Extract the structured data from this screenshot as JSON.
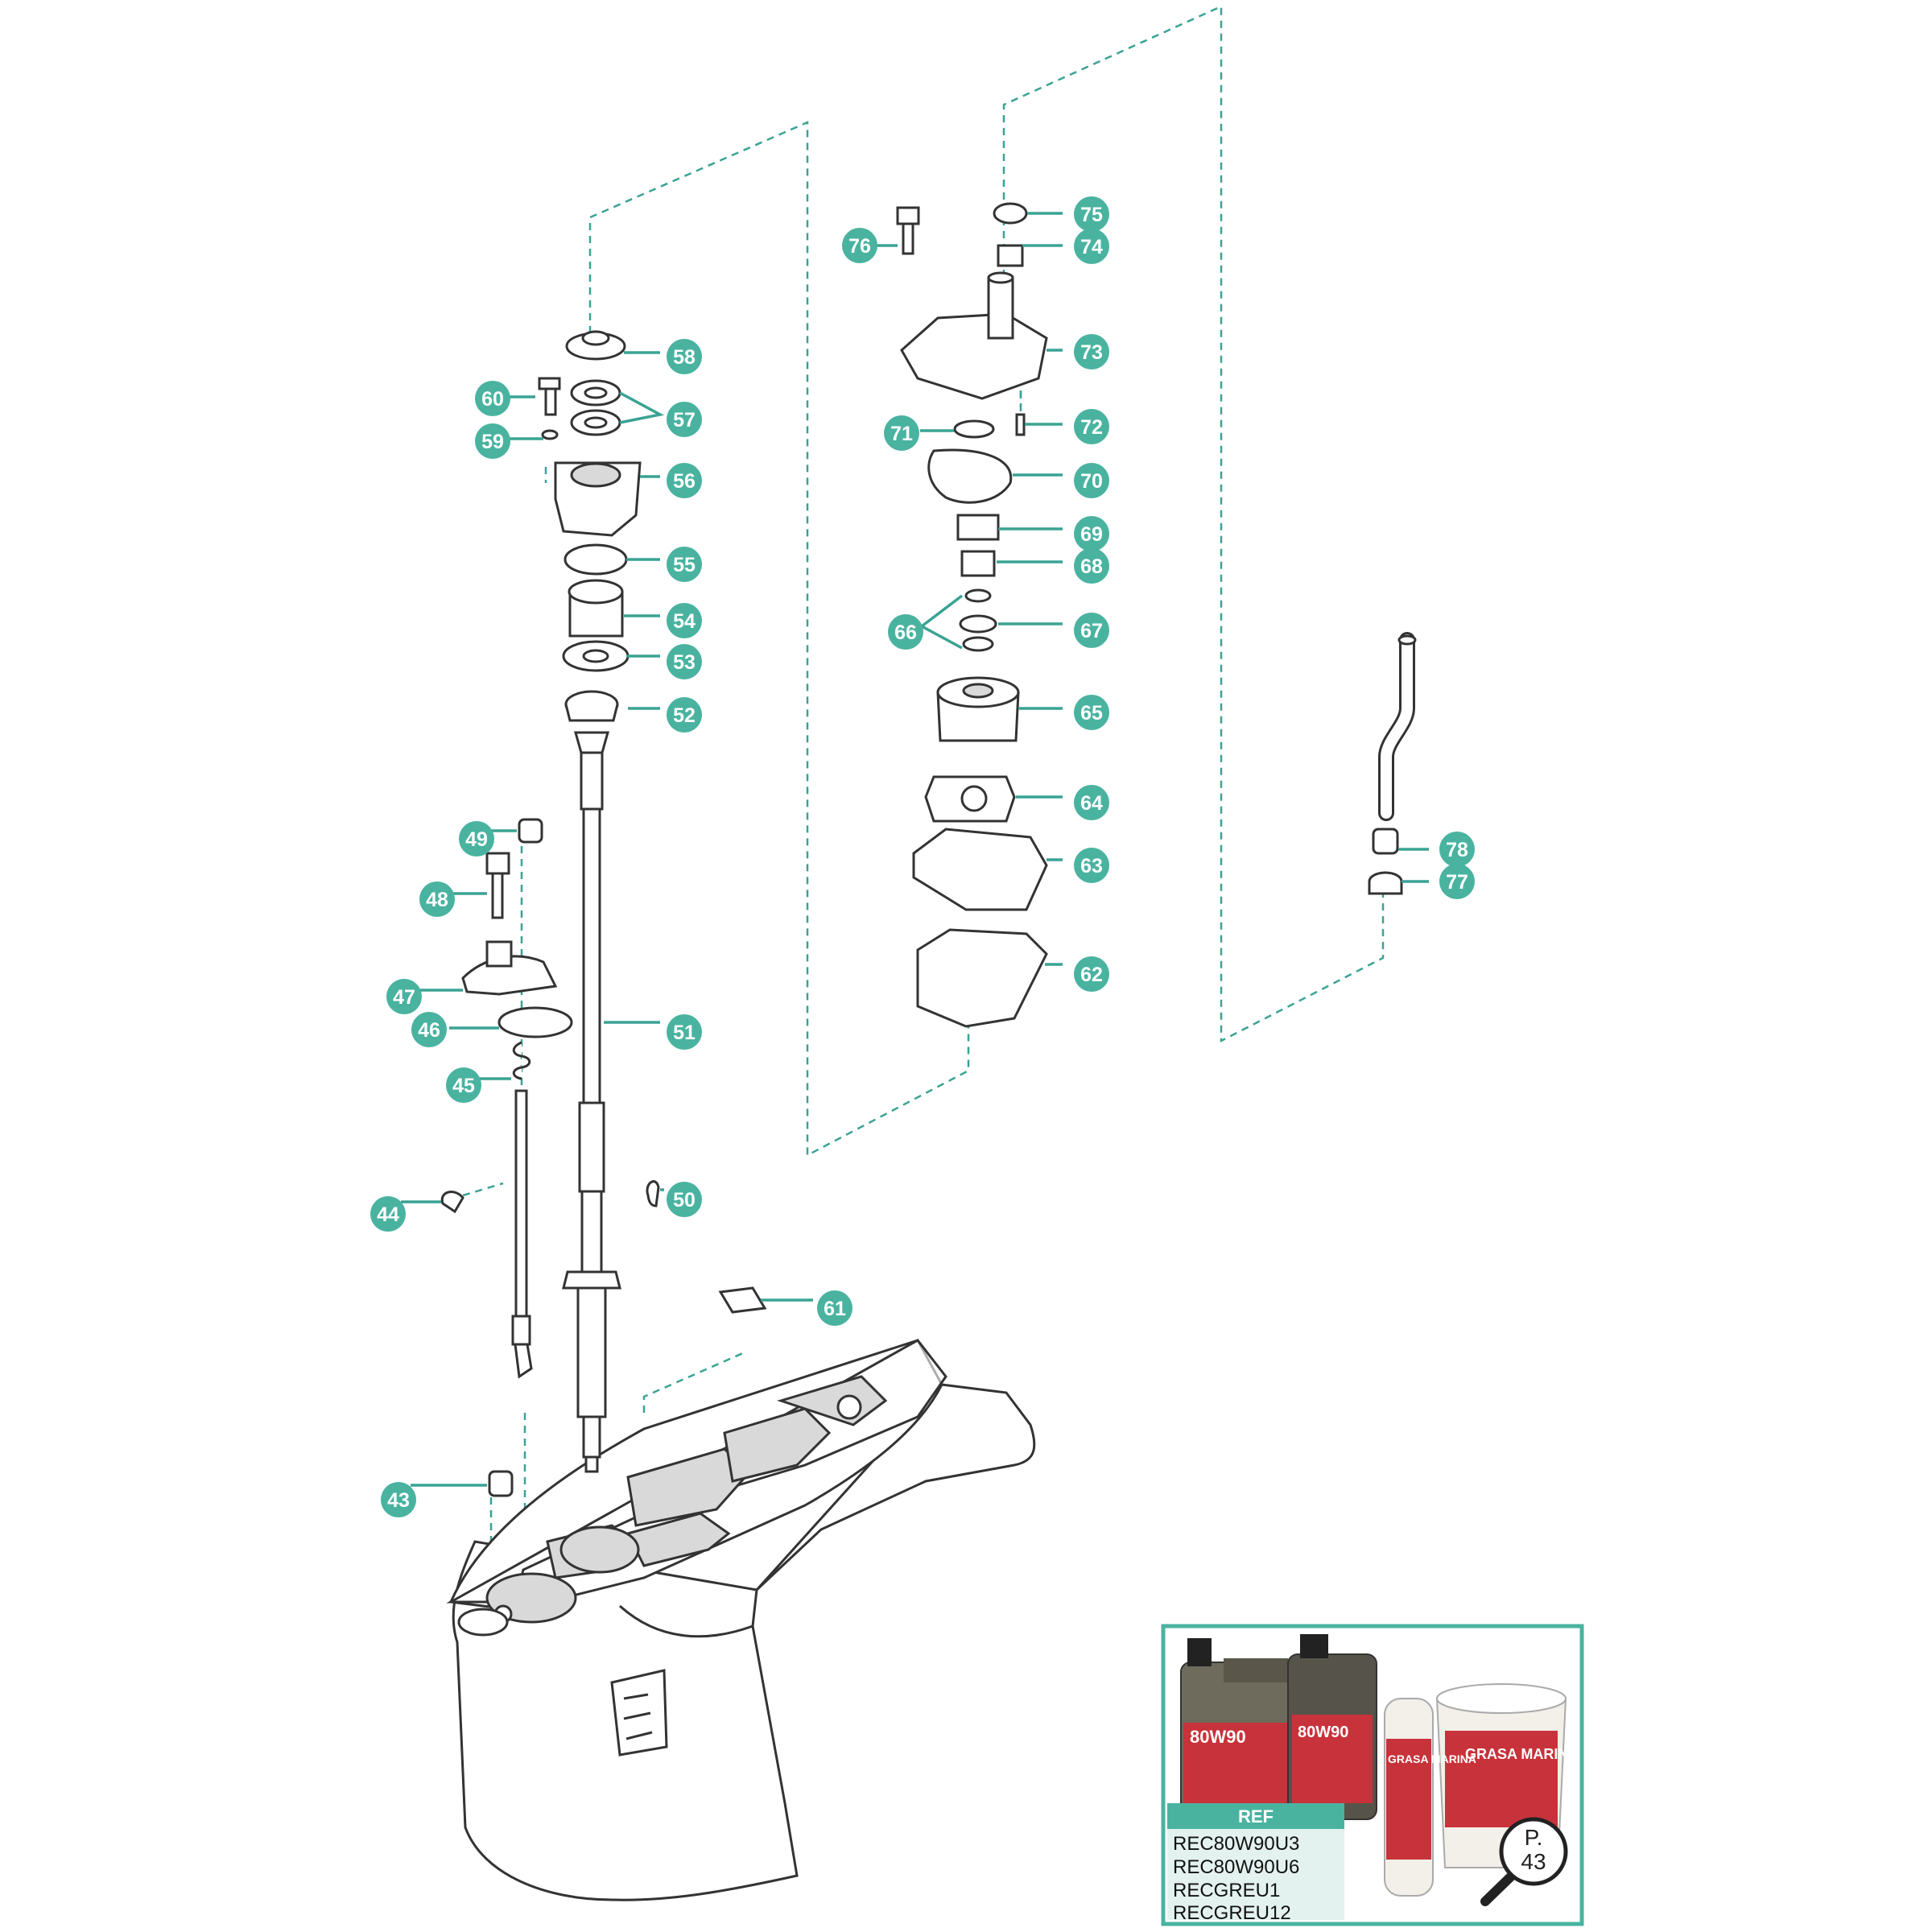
{
  "colors": {
    "accent": "#49b3a0",
    "dash": "#3aa394",
    "line": "#333333",
    "ref_background": "#e3f2ee"
  },
  "callouts": [
    {
      "id": "43"
    },
    {
      "id": "44"
    },
    {
      "id": "45"
    },
    {
      "id": "46"
    },
    {
      "id": "47"
    },
    {
      "id": "48"
    },
    {
      "id": "49"
    },
    {
      "id": "50"
    },
    {
      "id": "51"
    },
    {
      "id": "52"
    },
    {
      "id": "53"
    },
    {
      "id": "54"
    },
    {
      "id": "55"
    },
    {
      "id": "56"
    },
    {
      "id": "57"
    },
    {
      "id": "58"
    },
    {
      "id": "59"
    },
    {
      "id": "60"
    },
    {
      "id": "61"
    },
    {
      "id": "62"
    },
    {
      "id": "63"
    },
    {
      "id": "64"
    },
    {
      "id": "65"
    },
    {
      "id": "66"
    },
    {
      "id": "67"
    },
    {
      "id": "68"
    },
    {
      "id": "69"
    },
    {
      "id": "70"
    },
    {
      "id": "71"
    },
    {
      "id": "72"
    },
    {
      "id": "73"
    },
    {
      "id": "74"
    },
    {
      "id": "75"
    },
    {
      "id": "76"
    },
    {
      "id": "77"
    },
    {
      "id": "78"
    }
  ],
  "ref_box": {
    "title": "REF",
    "items": [
      "REC80W90U3",
      "REC80W90U6",
      "RECGREU1",
      "RECGREU12"
    ],
    "product_labels": {
      "oil_large": "80W90",
      "oil_small": "80W90",
      "grease_tube": "GRASA MARINA",
      "grease_bucket": "GRASA MARINA"
    },
    "page_ref_letter": "P.",
    "page_ref_number": "43"
  }
}
